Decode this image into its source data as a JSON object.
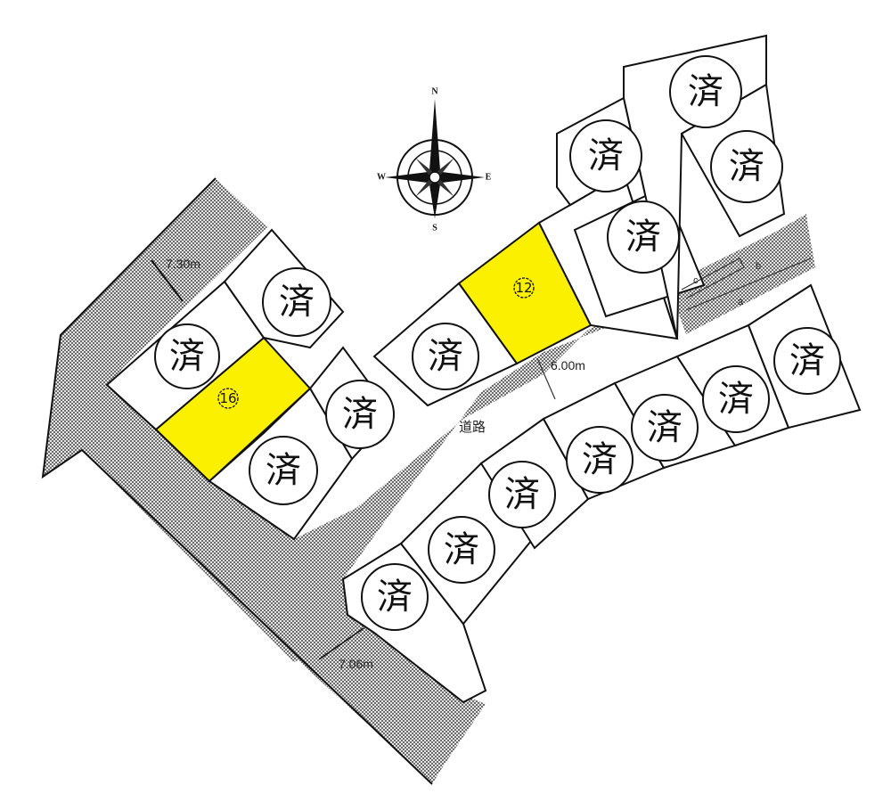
{
  "map": {
    "type": "subdivision-lot-plan",
    "sold_mark": "済",
    "colors": {
      "available_lot": "#fbf000",
      "sold_lot": "#ffffff",
      "road_fill": "#9a9a9a",
      "line": "#111111"
    },
    "compass": {
      "n": "N",
      "s": "S",
      "e": "E",
      "w": "W"
    },
    "road_label": "道路",
    "dimensions": {
      "west_road_width": "7.30m",
      "main_road_width": "6.00m",
      "south_road_width": "7.06m"
    },
    "easement_labels": {
      "a": "a",
      "b": "b",
      "c": "c"
    },
    "available_lots": [
      {
        "number": "12",
        "label": "⑫",
        "status": "available"
      },
      {
        "number": "16",
        "label": "⑯",
        "status": "available"
      }
    ],
    "sold_lots": [
      {
        "id": "sold-1",
        "status": "sold"
      },
      {
        "id": "sold-2",
        "status": "sold"
      },
      {
        "id": "sold-3",
        "status": "sold"
      },
      {
        "id": "sold-4",
        "status": "sold"
      },
      {
        "id": "sold-5",
        "status": "sold"
      },
      {
        "id": "sold-6",
        "status": "sold"
      },
      {
        "id": "sold-7",
        "status": "sold"
      },
      {
        "id": "sold-8",
        "status": "sold"
      },
      {
        "id": "sold-9",
        "status": "sold"
      },
      {
        "id": "sold-10",
        "status": "sold"
      },
      {
        "id": "sold-11",
        "status": "sold"
      },
      {
        "id": "sold-12",
        "status": "sold"
      },
      {
        "id": "sold-13",
        "status": "sold"
      },
      {
        "id": "sold-14",
        "status": "sold"
      },
      {
        "id": "sold-15",
        "status": "sold"
      },
      {
        "id": "sold-16",
        "status": "sold"
      },
      {
        "id": "sold-17",
        "status": "sold"
      },
      {
        "id": "sold-18",
        "status": "sold"
      }
    ]
  }
}
